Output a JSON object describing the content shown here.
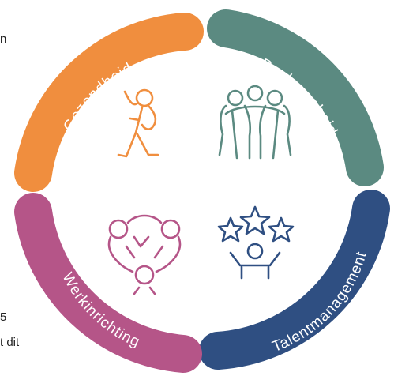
{
  "fragments": {
    "top_left": "n",
    "bottom_left_1": "5",
    "bottom_left_2": "t dit"
  },
  "segments": [
    {
      "id": "gezondheid",
      "label": "Gezondheid",
      "color": "#f08e3e",
      "icon": "stretching-person-icon"
    },
    {
      "id": "bevlogenheid",
      "label": "Bevlogenheid",
      "color": "#5b8a81",
      "icon": "team-huddle-icon"
    },
    {
      "id": "talentmanagement",
      "label": "Talentmanagement",
      "color": "#2f4f82",
      "icon": "person-with-stars-icon"
    },
    {
      "id": "werkinrichting",
      "label": "Werkinrichting",
      "color": "#b55588",
      "icon": "collaboration-circle-icon"
    }
  ]
}
